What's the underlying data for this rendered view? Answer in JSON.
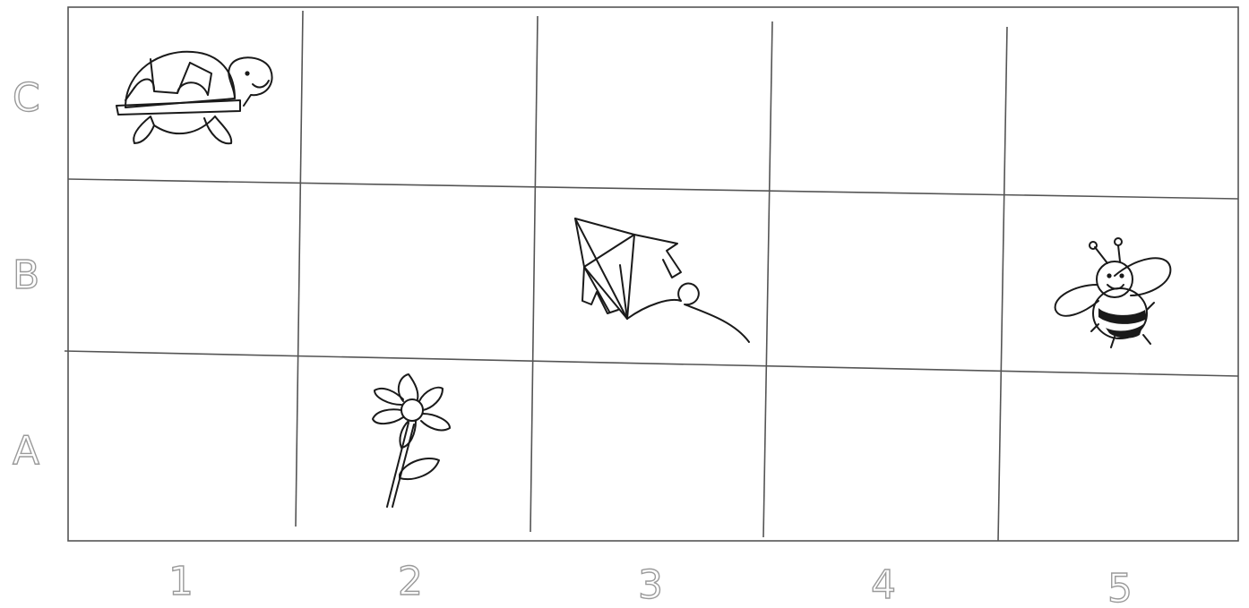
{
  "rows": [
    "C",
    "B",
    "A"
  ],
  "columns": [
    "1",
    "2",
    "3",
    "4",
    "5"
  ],
  "pictures": [
    {
      "name": "turtle",
      "row": "C",
      "column": "1"
    },
    {
      "name": "kite",
      "row": "B",
      "column": "3"
    },
    {
      "name": "bee",
      "row": "B",
      "column": "5"
    },
    {
      "name": "flower",
      "row": "A",
      "column": "2"
    }
  ]
}
